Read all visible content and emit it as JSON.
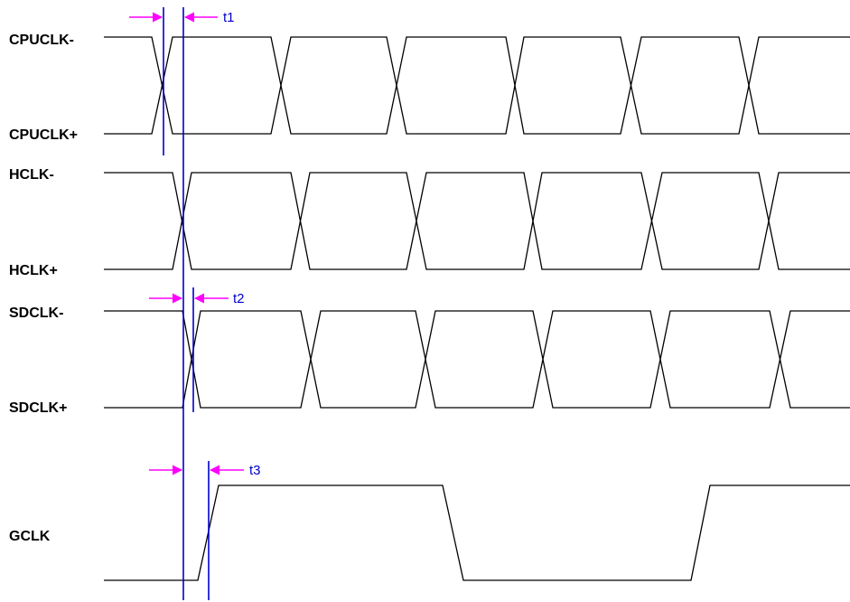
{
  "colors": {
    "wave": "#000000",
    "reference_line": "#0000cc",
    "arrow": "#ff00ff",
    "marker_text": "#0000cc"
  },
  "signals": [
    {
      "name": "cpuclk",
      "labels": {
        "top": "CPUCLK-",
        "bottom": "CPUCLK+"
      }
    },
    {
      "name": "hclk",
      "labels": {
        "top": "HCLK-",
        "bottom": "HCLK+"
      }
    },
    {
      "name": "sdclk",
      "labels": {
        "top": "SDCLK-",
        "bottom": "SDCLK+"
      }
    },
    {
      "name": "gclk",
      "labels": {
        "main": "GCLK"
      }
    }
  ],
  "markers": [
    {
      "name": "t1",
      "label": "t1"
    },
    {
      "name": "t2",
      "label": "t2"
    },
    {
      "name": "t3",
      "label": "t3"
    }
  ]
}
